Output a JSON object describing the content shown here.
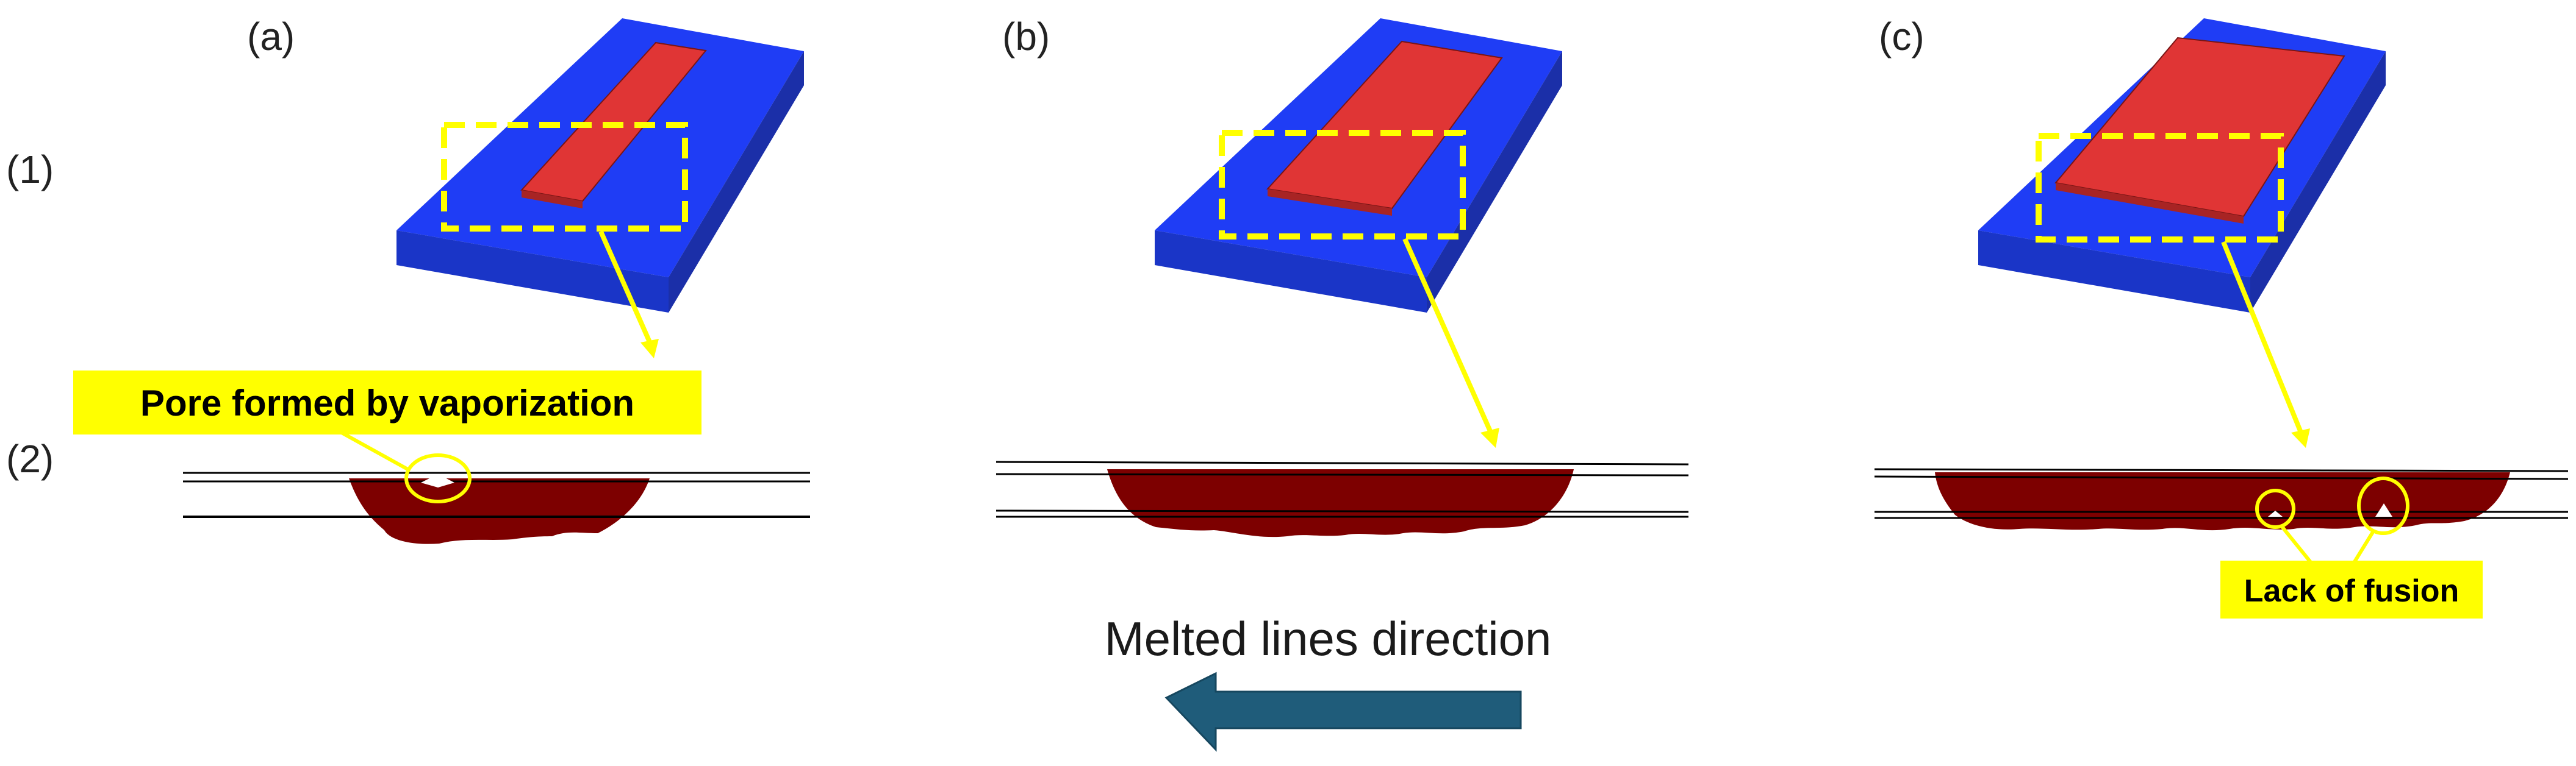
{
  "panel_labels": {
    "a": "(a)",
    "b": "(b)",
    "c": "(c)"
  },
  "row_labels": {
    "row1": "(1)",
    "row2": "(2)"
  },
  "callouts": {
    "pore": "Pore formed by vaporization",
    "lack_of_fusion": "Lack of fusion"
  },
  "direction_label": "Melted lines direction",
  "colors": {
    "substrate_top": "#1f3df5",
    "substrate_front": "#1a35c7",
    "substrate_side": "#1b2fa8",
    "melt_track": "#e03535",
    "melt_track_side": "#a82424",
    "melt_pool": "#7d0000",
    "highlight": "#ffff00",
    "arrow": "#1f5c7a"
  }
}
